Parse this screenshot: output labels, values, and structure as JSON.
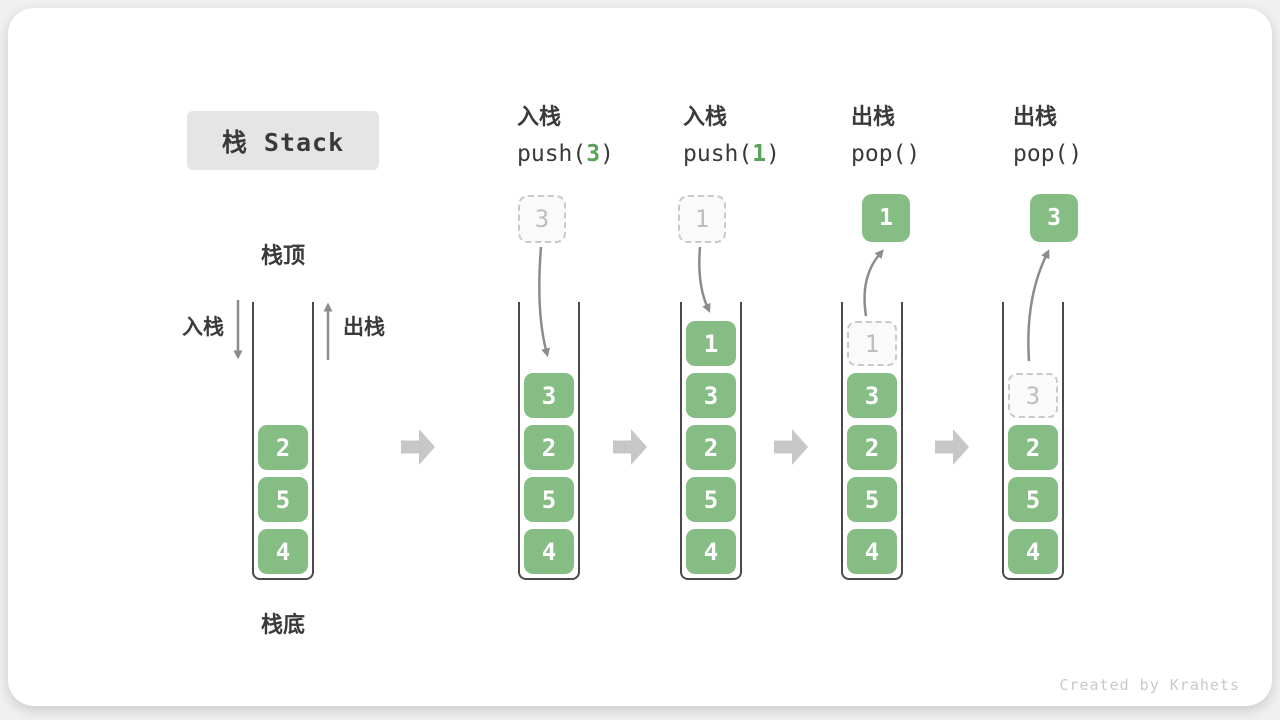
{
  "title": "栈 Stack",
  "legend": {
    "stack_top": "栈顶",
    "stack_bottom": "栈底",
    "push_side": "入栈",
    "pop_side": "出栈"
  },
  "operations": [
    {
      "label": "入栈",
      "code_pre": "push(",
      "code_arg": "3",
      "code_post": ")"
    },
    {
      "label": "入栈",
      "code_pre": "push(",
      "code_arg": "1",
      "code_post": ")"
    },
    {
      "label": "出栈",
      "code_pre": "pop(",
      "code_arg": "",
      "code_post": ")"
    },
    {
      "label": "出栈",
      "code_pre": "pop(",
      "code_arg": "",
      "code_post": ")"
    }
  ],
  "floating_values": [
    {
      "value": "3",
      "style": "ghost-dashed"
    },
    {
      "value": "1",
      "style": "ghost-dashed"
    },
    {
      "value": "1",
      "style": "solid-green"
    },
    {
      "value": "3",
      "style": "solid-green"
    }
  ],
  "stacks": [
    {
      "elements": [
        {
          "value": "2"
        },
        {
          "value": "5"
        },
        {
          "value": "4"
        }
      ]
    },
    {
      "elements": [
        {
          "value": "3"
        },
        {
          "value": "2"
        },
        {
          "value": "5"
        },
        {
          "value": "4"
        }
      ]
    },
    {
      "elements": [
        {
          "value": "1"
        },
        {
          "value": "3"
        },
        {
          "value": "2"
        },
        {
          "value": "5"
        },
        {
          "value": "4"
        }
      ]
    },
    {
      "elements": [
        {
          "value": "1",
          "ghost": true
        },
        {
          "value": "3"
        },
        {
          "value": "2"
        },
        {
          "value": "5"
        },
        {
          "value": "4"
        }
      ]
    },
    {
      "elements": [
        {
          "value": "3",
          "ghost": true
        },
        {
          "value": "2"
        },
        {
          "value": "5"
        },
        {
          "value": "4"
        }
      ]
    }
  ],
  "footer": "Created by Krahets",
  "colors": {
    "element_green": "#85bd85",
    "code_arg_green": "#5aa15a",
    "thin_arrow_gray": "#8c8c8c",
    "block_arrow_gray": "#c7c7c7",
    "ghost_border_gray": "#c9c9c9",
    "ghost_text_gray": "#bdbdbd",
    "stack_wall_dark": "#4a4a4a",
    "title_bg_gray": "#e5e5e5",
    "text_dark": "#3a3a3a",
    "footer_gray": "#c9c9c9"
  }
}
